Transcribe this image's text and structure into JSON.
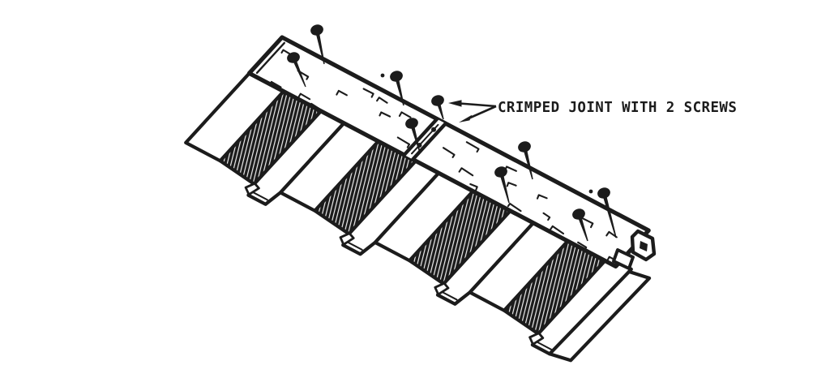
{
  "annotation": {
    "label": "CRIMPED JOINT WITH 2 SCREWS"
  },
  "diagram": {
    "subject": "crimped-ridge-joint-on-trapezoidal-metal-roof-panel",
    "visible_screw_count": 9,
    "rib_module_count": 4
  },
  "colors": {
    "ink": "#1c1c1c",
    "paper": "#ffffff"
  }
}
